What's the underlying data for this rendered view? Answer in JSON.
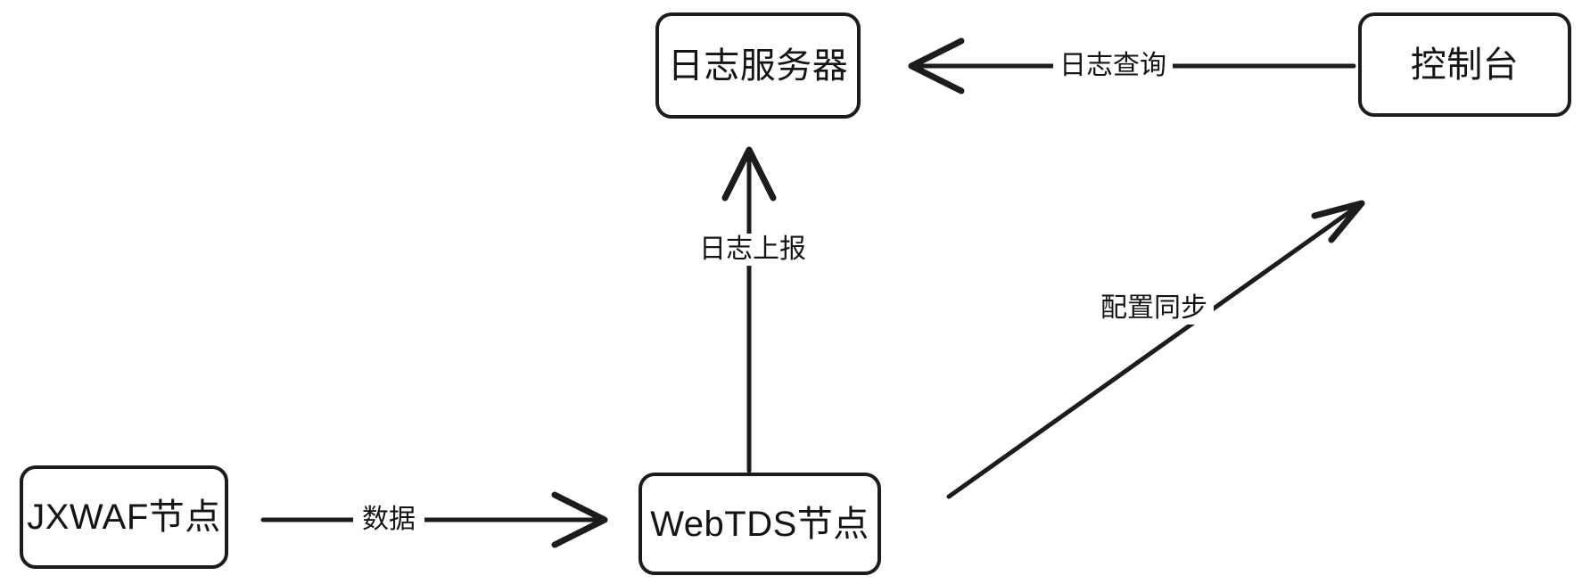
{
  "diagram": {
    "title": "JXWAF / WebTDS architecture flow",
    "stroke_color": "#1c1c1c",
    "text_color": "#141414",
    "background": "#ffffff",
    "nodes": [
      {
        "id": "log-server",
        "label": "日志服务器"
      },
      {
        "id": "console",
        "label": "控制台"
      },
      {
        "id": "jxwaf-node",
        "label": "JXWAF节点"
      },
      {
        "id": "webtds-node",
        "label": "WebTDS节点"
      }
    ],
    "edges": [
      {
        "id": "log-query",
        "label": "日志查询",
        "from": "console",
        "to": "log-server"
      },
      {
        "id": "log-report",
        "label": "日志上报",
        "from": "webtds-node",
        "to": "log-server"
      },
      {
        "id": "data",
        "label": "数据",
        "from": "jxwaf-node",
        "to": "webtds-node"
      },
      {
        "id": "config-sync",
        "label": "配置同步",
        "from": "webtds-node",
        "to": "console"
      }
    ]
  }
}
